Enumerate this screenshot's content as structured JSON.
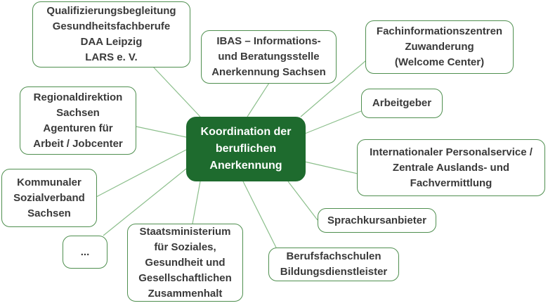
{
  "diagram": {
    "center": {
      "label": "Koordination der\nberuflichen\nAnerkennung",
      "color": "#1e6b2e"
    },
    "edge_color": "#8cbf8c",
    "border_color": "#4f8f4f",
    "nodes": [
      {
        "id": "qualifizierung",
        "label": "Qualifizierungsbegleitung\nGesundheitsfachberufe\nDAA Leipzig\nLARS e. V."
      },
      {
        "id": "ibas",
        "label": "IBAS – Informations-\nund Beratungsstelle\nAnerkennung Sachsen"
      },
      {
        "id": "fachinfo",
        "label": "Fachinformationszentren\nZuwanderung\n(Welcome Center)"
      },
      {
        "id": "arbeitgeber",
        "label": "Arbeitgeber"
      },
      {
        "id": "personalservice",
        "label": "Internationaler Personalservice /\nZentrale Auslands- und\nFachvermittlung"
      },
      {
        "id": "sprachkurs",
        "label": "Sprachkursanbieter"
      },
      {
        "id": "berufsfachschulen",
        "label": "Berufsfachschulen\nBildungsdienstleister"
      },
      {
        "id": "staatsministerium",
        "label": "Staatsministerium\nfür Soziales,\nGesundheit und\nGesellschaftlichen\nZusammenhalt"
      },
      {
        "id": "ellipsis",
        "label": "..."
      },
      {
        "id": "kommunaler",
        "label": "Kommunaler\nSozialverband\nSachsen"
      },
      {
        "id": "regionaldirektion",
        "label": "Regionaldirektion\nSachsen\nAgenturen für\nArbeit / Jobcenter"
      }
    ]
  }
}
